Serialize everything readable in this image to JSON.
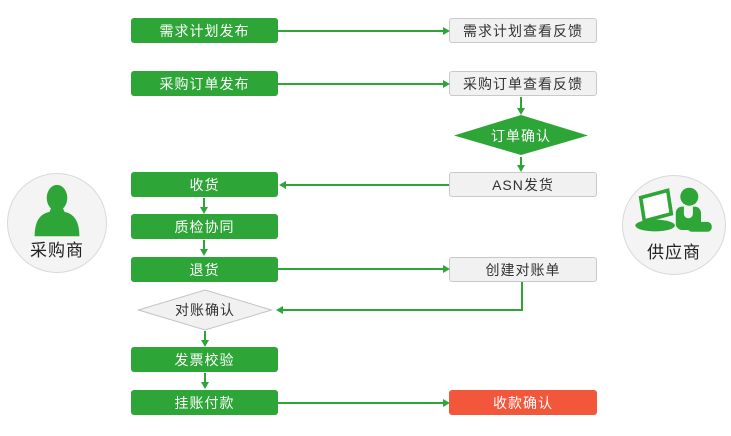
{
  "colors": {
    "green": "#2ea537",
    "red": "#f2573b",
    "gray_fill": "#f1f1f1",
    "gray_border": "#c9c9c9",
    "text_dark": "#333333"
  },
  "actors": {
    "buyer": {
      "label": "采购商",
      "icon": "person-icon"
    },
    "supplier": {
      "label": "供应商",
      "icon": "laptop-user-icon"
    }
  },
  "nodes": {
    "demand_plan_publish": {
      "label": "需求计划发布"
    },
    "demand_plan_feedback": {
      "label": "需求计划查看反馈"
    },
    "po_publish": {
      "label": "采购订单发布"
    },
    "po_feedback": {
      "label": "采购订单查看反馈"
    },
    "order_confirm": {
      "label": "订单确认"
    },
    "receive_goods": {
      "label": "收货"
    },
    "asn_ship": {
      "label": "ASN发货"
    },
    "quality_collab": {
      "label": "质检协同"
    },
    "return_goods": {
      "label": "退货"
    },
    "create_statement": {
      "label": "创建对账单"
    },
    "reconcile_confirm": {
      "label": "对账确认"
    },
    "invoice_verify": {
      "label": "发票校验"
    },
    "book_payment": {
      "label": "挂账付款"
    },
    "receipt_confirm": {
      "label": "收款确认"
    }
  }
}
